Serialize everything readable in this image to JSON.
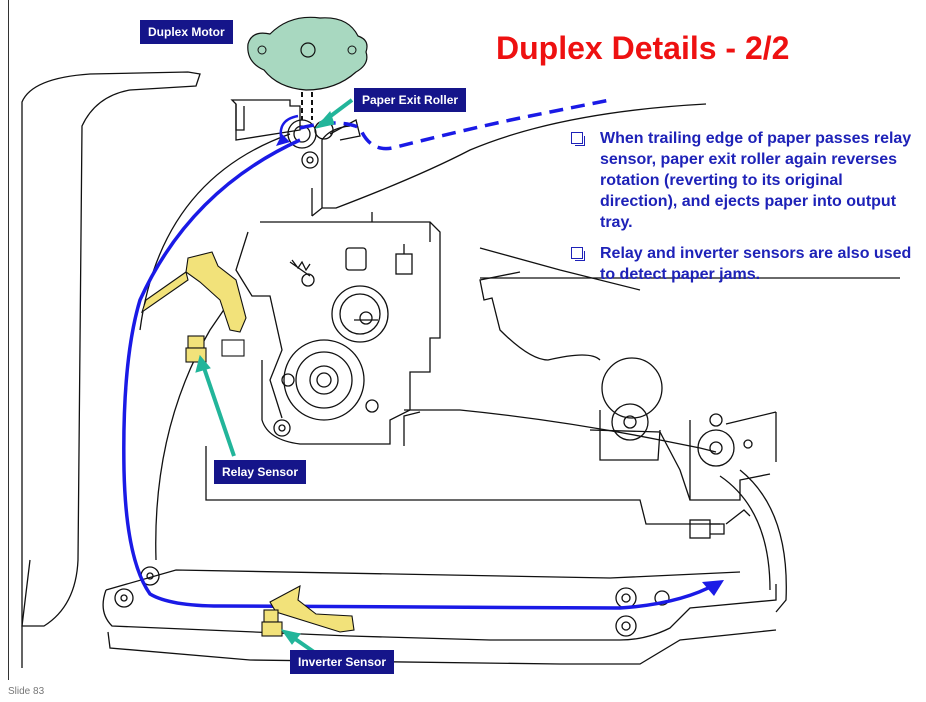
{
  "title": "Duplex Details - 2/2",
  "bullets": [
    "When trailing edge of paper passes relay sensor, paper exit roller again reverses rotation (reverting to its original direction), and ejects paper into output tray.",
    "Relay and inverter sensors are also used to detect paper jams."
  ],
  "labels": {
    "duplex_motor": "Duplex Motor",
    "paper_exit_roller": "Paper Exit Roller",
    "relay_sensor": "Relay Sensor",
    "inverter_sensor": "Inverter Sensor"
  },
  "slide_number": "Slide 83",
  "colors": {
    "title": "#ee1111",
    "text": "#1e22b8",
    "label_bg": "#15158a",
    "paper_path": "#1a1ae6",
    "pointer": "#22b59a",
    "sensor": "#f2e27a",
    "motor": "#a8d8c0"
  }
}
